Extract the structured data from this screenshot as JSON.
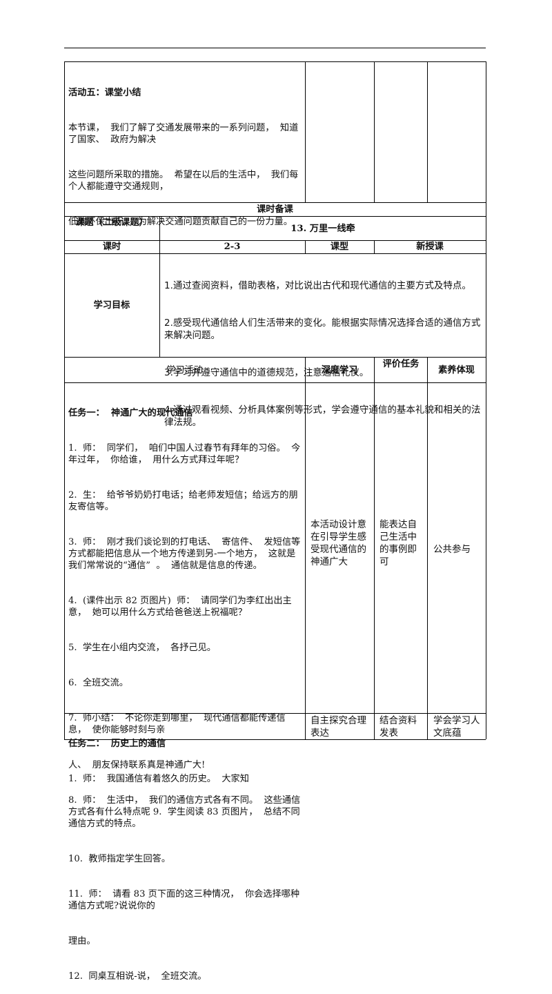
{
  "activity5": {
    "title": "活动五：课堂小结",
    "lines": [
      "本节课，  我们了解了交通发展带来的一系列问题，  知道了国家、  政府为解决",
      "这些问题所采取的措施。  希望在以后的生活中，  我们每个人都能遵守交通规则，",
      "低碳环保出行，  为解决交通问题贡献自己的一份力量。"
    ]
  },
  "lesson_prep": {
    "section_title": "课时备课",
    "topic_label": "课题（二级课题）",
    "topic_value": "13. 万里一线牵",
    "period_label": "课时",
    "period_value": "2-3",
    "type_label": "课型",
    "type_value": "新授课",
    "goals_label": "学习目标",
    "goals": [
      "1.通过查阅资料，借助表格，对比说出古代和现代通信的主要方式及特点。",
      "2.感受现代通信给人们生活带来的变化。能根据实际情况选择合适的通信方式来解决问题。",
      "3.学习并遵守通信中的道德规范，注意通信礼仪。",
      "4.通过观看视频、分析具体案例等形式，学会遵守通信的基本礼貌和相关的法律法规。"
    ]
  },
  "table_header": {
    "activity": "学习活动",
    "deep": "深度学习",
    "evaluation": "评价任务",
    "literacy": "素养体现"
  },
  "task1": {
    "title": "任务一：  神通广大的现代通信",
    "lines": [
      "1.  师：  同学们，  咱们中国人过春节有拜年的习俗。  今年过年，  你给谁，  用什么方式拜过年呢？",
      "2.  生：  给爷爷奶奶打电话；给老师发短信；给远方的朋友寄信等。",
      "3.  师：  刚才我们谈论到的打电话、  寄信件、  发短信等方式都能把信息从一个地方传递到另-一个地方，  这就是我们常常说的“通信”  。  通信就是信息的传递。",
      "4.  (课件出示 82 页图片)  师：  请同学们为李红出出主意，  她可以用什么方式给爸爸送上祝福呢？",
      "5.  学生在小组内交流，  各抒己见。",
      "6.  全班交流。",
      "7.  师小结：  不论你走到哪里，  现代通信都能传递信息，  使你能够时刻与亲",
      "人、  朋友保持联系真是神通广大!",
      "8.  师：  生活中，  我们的通信方式各有不同。  这些通信方式各有什么特点呢 9.  学生阅读 83 页图片，  总结不同通信方式的特点。",
      "10.  教师指定学生回答。",
      "11.  师：  请看 83 页下面的这三种情况，  你会选择哪种通信方式呢?说说你的",
      "理由。",
      "12.  同桌互相说-说，  全班交流。"
    ],
    "deep": "本活动设计意在引导学生感受现代通信的神通广大",
    "evaluation": "能表达自己生活中的事例即可",
    "literacy": "公共参与"
  },
  "task2": {
    "title": "任务二：  历史上的通信",
    "line1": "1.  师：  我国通信有着悠久的历史。  大家知",
    "deep": "自主探究合理表达",
    "evaluation": "结合资料发表",
    "literacy": "学会学习人文底蕴"
  }
}
